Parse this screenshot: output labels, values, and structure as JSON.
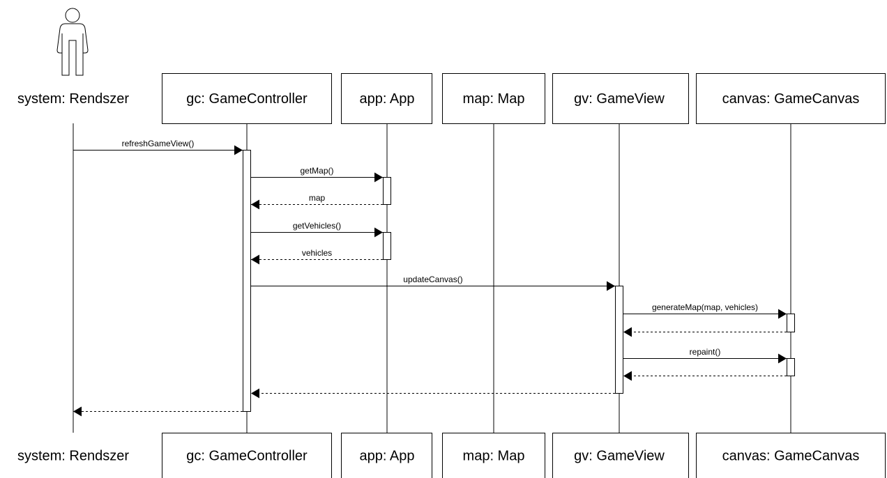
{
  "participants": [
    {
      "id": "system",
      "label": "system: Rendszer",
      "kind": "actor"
    },
    {
      "id": "gc",
      "label": "gc: GameController",
      "kind": "object"
    },
    {
      "id": "app",
      "label": "app: App",
      "kind": "object"
    },
    {
      "id": "map",
      "label": "map: Map",
      "kind": "object"
    },
    {
      "id": "gv",
      "label": "gv: GameView",
      "kind": "object"
    },
    {
      "id": "canvas",
      "label": "canvas: GameCanvas",
      "kind": "object"
    }
  ],
  "messages": [
    {
      "from": "system",
      "to": "gc",
      "label": "refreshGameView()",
      "type": "call"
    },
    {
      "from": "gc",
      "to": "app",
      "label": "getMap()",
      "type": "call"
    },
    {
      "from": "app",
      "to": "gc",
      "label": "map",
      "type": "return"
    },
    {
      "from": "gc",
      "to": "app",
      "label": "getVehicles()",
      "type": "call"
    },
    {
      "from": "app",
      "to": "gc",
      "label": "vehicles",
      "type": "return"
    },
    {
      "from": "gc",
      "to": "gv",
      "label": "updateCanvas()",
      "type": "call"
    },
    {
      "from": "gv",
      "to": "canvas",
      "label": "generateMap(map, vehicles)",
      "type": "call"
    },
    {
      "from": "canvas",
      "to": "gv",
      "label": "",
      "type": "return"
    },
    {
      "from": "gv",
      "to": "canvas",
      "label": "repaint()",
      "type": "call"
    },
    {
      "from": "canvas",
      "to": "gv",
      "label": "",
      "type": "return"
    },
    {
      "from": "gv",
      "to": "gc",
      "label": "",
      "type": "return"
    },
    {
      "from": "gc",
      "to": "system",
      "label": "",
      "type": "return"
    }
  ]
}
